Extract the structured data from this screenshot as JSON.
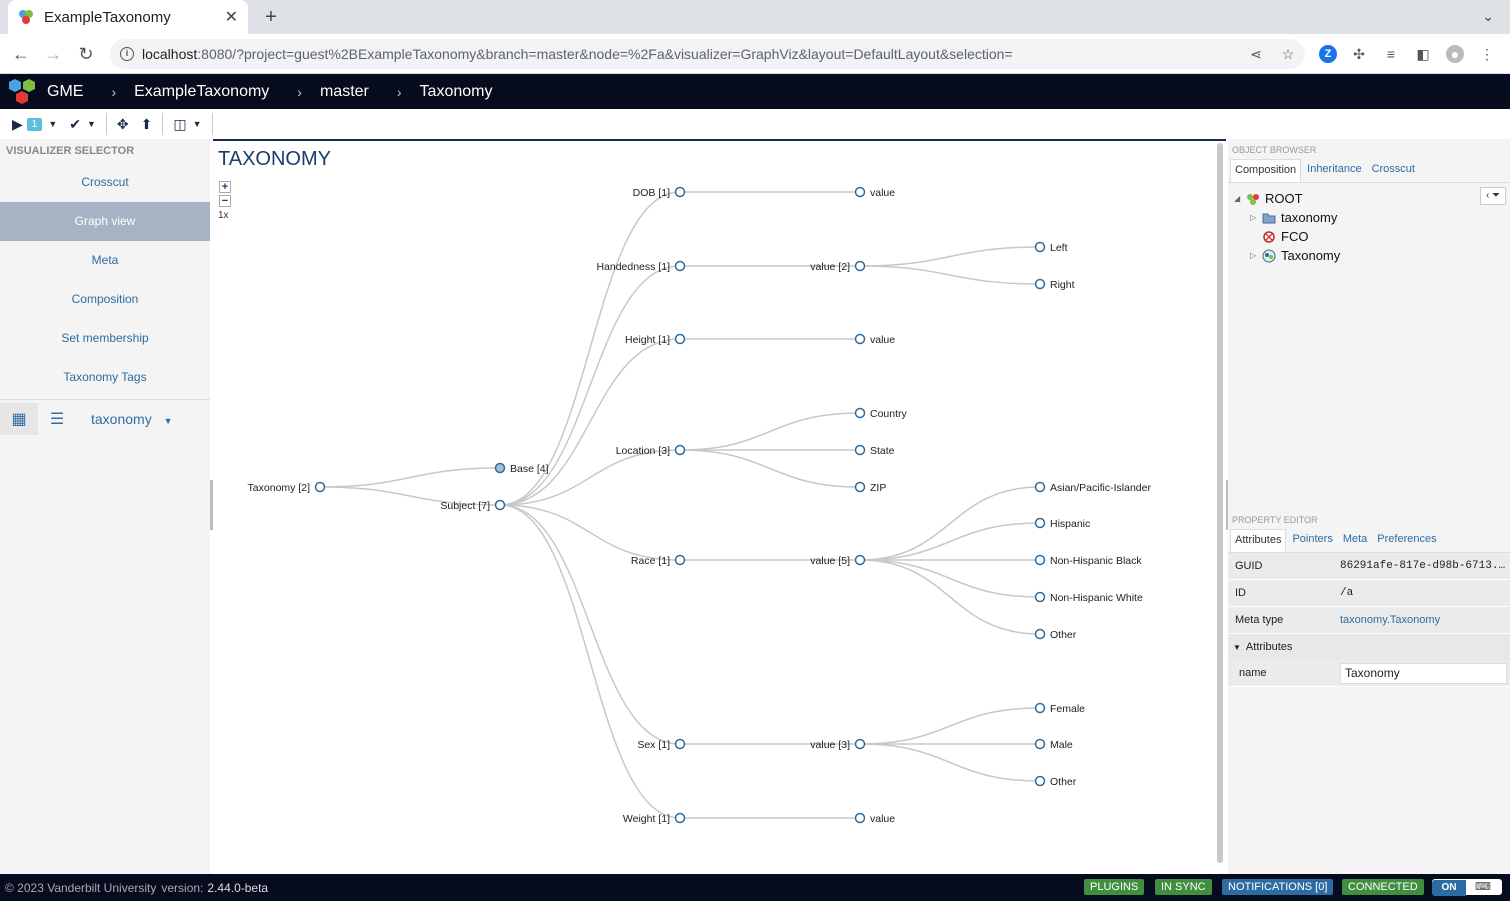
{
  "browser": {
    "tab_title": "ExampleTaxonomy",
    "url_host": "localhost",
    "url_rest": ":8080/?project=guest%2BExampleTaxonomy&branch=master&node=%2Fa&visualizer=GraphViz&layout=DefaultLayout&selection="
  },
  "header": {
    "app": "GME",
    "project": "ExampleTaxonomy",
    "branch": "master",
    "node": "Taxonomy"
  },
  "toolbar": {
    "run_badge": "1"
  },
  "visualizer_selector": {
    "title": "VISUALIZER SELECTOR",
    "items": [
      {
        "label": "Crosscut",
        "active": false
      },
      {
        "label": "Graph view",
        "active": true
      },
      {
        "label": "Meta",
        "active": false
      },
      {
        "label": "Composition",
        "active": false
      },
      {
        "label": "Set membership",
        "active": false
      },
      {
        "label": "Taxonomy Tags",
        "active": false
      }
    ],
    "dropdown_label": "taxonomy"
  },
  "main": {
    "title": "TAXONOMY",
    "zoom_plus": "+",
    "zoom_minus": "−",
    "zoom_level": "1x"
  },
  "graph": {
    "nodes": [
      {
        "id": "taxonomy",
        "label": "Taxonomy [2]",
        "filled": false
      },
      {
        "id": "base",
        "label": "Base [4]",
        "filled": true
      },
      {
        "id": "subject",
        "label": "Subject [7]",
        "filled": false
      },
      {
        "id": "dob",
        "label": "DOB [1]",
        "filled": false
      },
      {
        "id": "handedness",
        "label": "Handedness [1]",
        "filled": false
      },
      {
        "id": "height",
        "label": "Height [1]",
        "filled": false
      },
      {
        "id": "location",
        "label": "Location [3]",
        "filled": false
      },
      {
        "id": "race",
        "label": "Race [1]",
        "filled": false
      },
      {
        "id": "sex",
        "label": "Sex [1]",
        "filled": false
      },
      {
        "id": "weight",
        "label": "Weight [1]",
        "filled": false
      },
      {
        "id": "dob_v",
        "label": "value",
        "filled": false
      },
      {
        "id": "hand_v",
        "label": "value [2]",
        "filled": false
      },
      {
        "id": "height_v",
        "label": "value",
        "filled": false
      },
      {
        "id": "country",
        "label": "Country",
        "filled": false
      },
      {
        "id": "state",
        "label": "State",
        "filled": false
      },
      {
        "id": "zip",
        "label": "ZIP",
        "filled": false
      },
      {
        "id": "race_v",
        "label": "value [5]",
        "filled": false
      },
      {
        "id": "sex_v",
        "label": "value [3]",
        "filled": false
      },
      {
        "id": "weight_v",
        "label": "value",
        "filled": false
      },
      {
        "id": "left",
        "label": "Left",
        "filled": false
      },
      {
        "id": "right",
        "label": "Right",
        "filled": false
      },
      {
        "id": "asian",
        "label": "Asian/Pacific-Islander",
        "filled": false
      },
      {
        "id": "hispanic",
        "label": "Hispanic",
        "filled": false
      },
      {
        "id": "nhblack",
        "label": "Non-Hispanic Black",
        "filled": false
      },
      {
        "id": "nhwhite",
        "label": "Non-Hispanic White",
        "filled": false
      },
      {
        "id": "race_other",
        "label": "Other",
        "filled": false
      },
      {
        "id": "female",
        "label": "Female",
        "filled": false
      },
      {
        "id": "male",
        "label": "Male",
        "filled": false
      },
      {
        "id": "sex_other",
        "label": "Other",
        "filled": false
      }
    ],
    "edges": [
      [
        "taxonomy",
        "base"
      ],
      [
        "taxonomy",
        "subject"
      ],
      [
        "subject",
        "dob"
      ],
      [
        "subject",
        "handedness"
      ],
      [
        "subject",
        "height"
      ],
      [
        "subject",
        "location"
      ],
      [
        "subject",
        "race"
      ],
      [
        "subject",
        "sex"
      ],
      [
        "subject",
        "weight"
      ],
      [
        "dob",
        "dob_v"
      ],
      [
        "handedness",
        "hand_v"
      ],
      [
        "height",
        "height_v"
      ],
      [
        "location",
        "country"
      ],
      [
        "location",
        "state"
      ],
      [
        "location",
        "zip"
      ],
      [
        "race",
        "race_v"
      ],
      [
        "sex",
        "sex_v"
      ],
      [
        "weight",
        "weight_v"
      ],
      [
        "hand_v",
        "left"
      ],
      [
        "hand_v",
        "right"
      ],
      [
        "race_v",
        "asian"
      ],
      [
        "race_v",
        "hispanic"
      ],
      [
        "race_v",
        "nhblack"
      ],
      [
        "race_v",
        "nhwhite"
      ],
      [
        "race_v",
        "race_other"
      ],
      [
        "sex_v",
        "female"
      ],
      [
        "sex_v",
        "male"
      ],
      [
        "sex_v",
        "sex_other"
      ]
    ]
  },
  "object_browser": {
    "title": "OBJECT BROWSER",
    "tabs": [
      "Composition",
      "Inheritance",
      "Crosscut"
    ],
    "tree": [
      {
        "label": "ROOT"
      },
      {
        "label": "taxonomy"
      },
      {
        "label": "FCO"
      },
      {
        "label": "Taxonomy"
      }
    ]
  },
  "property_editor": {
    "title": "PROPERTY EDITOR",
    "tabs": [
      "Attributes",
      "Pointers",
      "Meta",
      "Preferences"
    ],
    "guid_key": "GUID",
    "guid_value": "86291afe-817e-d98b-6713...",
    "id_key": "ID",
    "id_value": "/a",
    "metatype_key": "Meta type",
    "metatype_value": "taxonomy.Taxonomy",
    "section": "Attributes",
    "name_key": "name",
    "name_value": "Taxonomy"
  },
  "footer": {
    "copyright": "© 2023 Vanderbilt University",
    "version_label": "version:",
    "version": "2.44.0-beta",
    "plugins": "PLUGINS",
    "sync": "IN SYNC",
    "notifications": "NOTIFICATIONS [0]",
    "connected": "CONNECTED",
    "on": "ON"
  },
  "colors": {
    "header_bg": "#060b1e",
    "active_viz": "#a6b3c4",
    "link": "#2d6ca2",
    "node_stroke": "#2d6ca2",
    "edge": "#c8c8c8"
  }
}
